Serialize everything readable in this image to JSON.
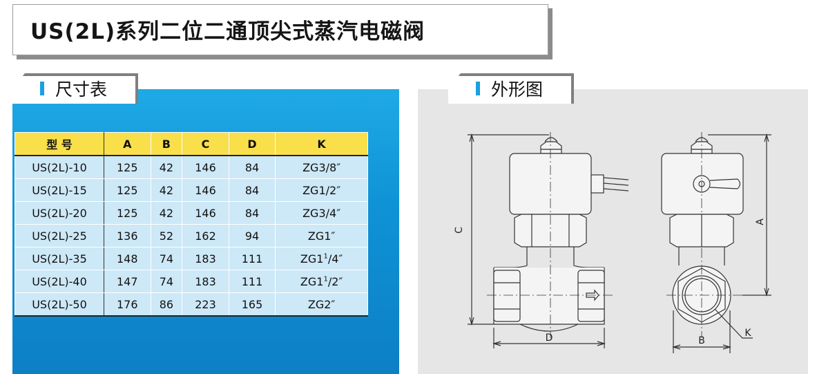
{
  "title": "US(2L)系列二位二通顶尖式蒸汽电磁阀",
  "sections": {
    "table_title": "尺寸表",
    "drawing_title": "外形图"
  },
  "table": {
    "headers": [
      "型 号",
      "A",
      "B",
      "C",
      "D",
      "K"
    ],
    "rows": [
      {
        "model": "US(2L)-10",
        "A": "125",
        "B": "42",
        "C": "146",
        "D": "84",
        "K": "ZG3/8″",
        "k_main": "",
        "k_sup": "",
        "k_tail": ""
      },
      {
        "model": "US(2L)-15",
        "A": "125",
        "B": "42",
        "C": "146",
        "D": "84",
        "K": "ZG1/2″",
        "k_main": "",
        "k_sup": "",
        "k_tail": ""
      },
      {
        "model": "US(2L)-20",
        "A": "125",
        "B": "42",
        "C": "146",
        "D": "84",
        "K": "ZG3/4″",
        "k_main": "",
        "k_sup": "",
        "k_tail": ""
      },
      {
        "model": "US(2L)-25",
        "A": "136",
        "B": "52",
        "C": "162",
        "D": "94",
        "K": "ZG1″",
        "k_main": "",
        "k_sup": "",
        "k_tail": ""
      },
      {
        "model": "US(2L)-35",
        "A": "148",
        "B": "74",
        "C": "183",
        "D": "111",
        "K": "",
        "k_main": "ZG1",
        "k_sup": "1",
        "k_tail": "/4″"
      },
      {
        "model": "US(2L)-40",
        "A": "147",
        "B": "74",
        "C": "183",
        "D": "111",
        "K": "",
        "k_main": "ZG1",
        "k_sup": "1",
        "k_tail": "/2″"
      },
      {
        "model": "US(2L)-50",
        "A": "176",
        "B": "86",
        "C": "223",
        "D": "165",
        "K": "ZG2″",
        "k_main": "",
        "k_sup": "",
        "k_tail": ""
      }
    ]
  },
  "drawing": {
    "labels": {
      "c": "C",
      "a": "A",
      "d": "D",
      "b": "B",
      "k": "K"
    }
  },
  "colors": {
    "blue_panel": "#0f93d6",
    "header_yellow": "#f9df4a",
    "row_light_blue": "#cde8f7",
    "grey_panel": "#e6e6e6",
    "accent_bar": "#1aa0e0"
  }
}
